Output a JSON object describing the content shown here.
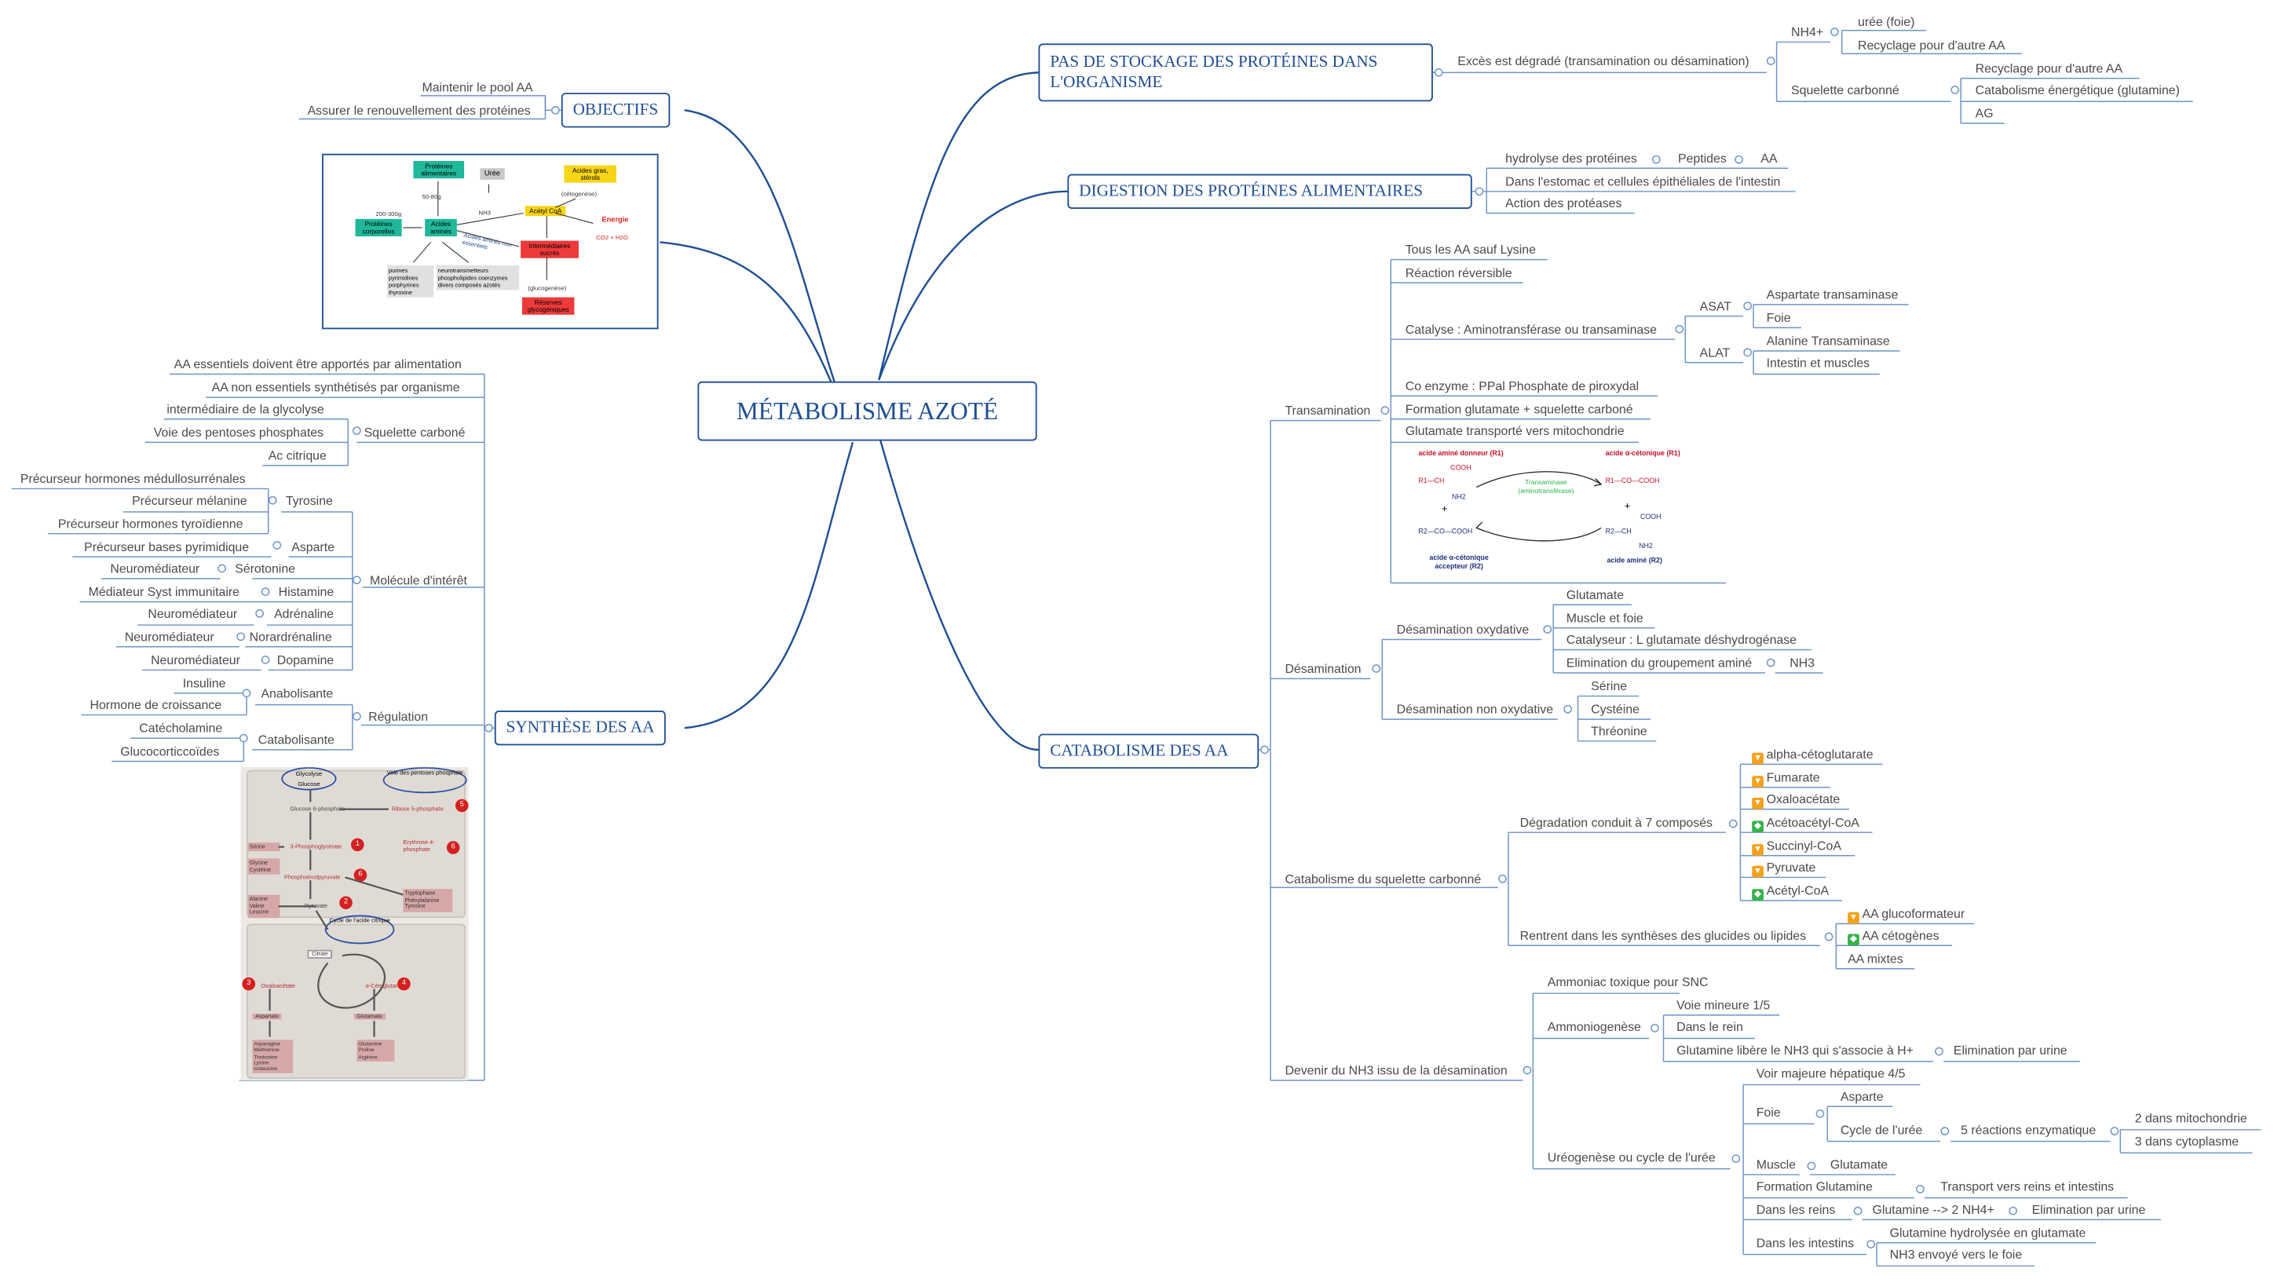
{
  "title": "MÉTABOLISME AZOTÉ",
  "colors": {
    "branch": "#1f4e93",
    "line": "#6f93c4",
    "text": "#4a4a4a",
    "marker_orange": "#f4a21d",
    "marker_green": "#35b24a"
  },
  "objectifs": {
    "label": "OBJECTIFS",
    "items": [
      "Maintenir le pool AA",
      "Assurer le renouvellement des protéines"
    ]
  },
  "img1": {
    "proteines_alim": "Protéines alimentaires",
    "uree": "Urée",
    "acides_gras": "Acides gras, stérols",
    "cetogenese": "(cétogenèse)",
    "qty1": "50-80g",
    "nh3": "NH3",
    "qty2": "200-300g",
    "proteines_corp": "Protéines corporelles",
    "acides_amines": "Acides aminés",
    "aa_non_ess": "Acides aminés non essentiels",
    "acetyl": "Acétyl CoA",
    "energie": "Energie",
    "co2": "CO2 + H2O",
    "intermediaires": "Intermédiaires sucrés",
    "purines": "purines pyrimidines porphyrines thyroxine",
    "neuro": "neurotransmetteurs phospholipides coenzymes divers composés azotés",
    "glucogenese": "(glucogenèse)",
    "reserves": "Réserves glycogéniques"
  },
  "synthese": {
    "label": "SYNTHÈSE DES AA",
    "squelette_label": "Squelette carboné",
    "top_items": [
      "AA essentiels doivent être apportés par alimentation",
      "AA non essentiels synthétisés par organisme"
    ],
    "squelette_items": [
      "intermédiaire de la glycolyse",
      "Voie des pentoses phosphates",
      "Ac citrique"
    ],
    "molecule_label": "Molécule d'intérêt",
    "tyrosine": "Tyrosine",
    "tyr_items": [
      "Précurseur hormones médullosurrénales",
      "Précurseur mélanine",
      "Précurseur hormones tyroïdienne"
    ],
    "asparte": "Asparte",
    "asp_item": "Précurseur bases pyrimidique",
    "pairs": [
      [
        "Neuromédiateur",
        "Sérotonine"
      ],
      [
        "Médiateur Syst immunitaire",
        "Histamine"
      ],
      [
        "Neuromédiateur",
        "Adrénaline"
      ],
      [
        "Neuromédiateur",
        "Norardrénaline"
      ],
      [
        "Neuromédiateur",
        "Dopamine"
      ]
    ],
    "regulation_label": "Régulation",
    "anabolisante": "Anabolisante",
    "ana_items": [
      "Insuline",
      "Hormone de croissance"
    ],
    "catabolisante": "Catabolisante",
    "cata_items": [
      "Catécholamine",
      "Glucocorticcoïdes"
    ]
  },
  "img2": {
    "glycolyse": "Glycolyse",
    "glucose": "Glucose",
    "pentoses": "Voie des pentoses phosphate",
    "g6p": "Glucose 6-phosphate",
    "r5p": "Ribose 5-phosphate",
    "p3pg": "3-Phosphoglycérate",
    "e4p": "Erythrose 4-phosphate",
    "pep": "Phosphoénolpyruvate",
    "pyruvate": "Pyruvate",
    "serine": "Sérine",
    "glycine": "Glycine Cystéine",
    "alanine": "Alanine Valine Leucine",
    "arom": "Tryptophane Phénylalanine Tyrosine",
    "cycle": "Cycle de l'acide citrique",
    "citrate": "Citrate",
    "oaa": "Oxaloacétate",
    "akg": "α-Cétoglutarate",
    "aspartate": "Aspartate",
    "glutamate": "Glutamate",
    "asp_fam": "Asparagine Méthionine Thréonine Lysine Isoleucine",
    "glu_fam": "Glutamine Proline Arginine",
    "nums": [
      "1",
      "2",
      "3",
      "4",
      "5",
      "6",
      "6"
    ]
  },
  "stockage": {
    "label": "PAS DE STOCKAGE DES PROTÉINES DANS L'ORGANISME",
    "exces": "Excès est dégradé (transamination ou désamination)",
    "nh4": "NH4+",
    "nh4_items": [
      "urée (foie)",
      "Recyclage pour d'autre AA"
    ],
    "squelette": "Squelette carbonné",
    "sq_items": [
      "Recyclage pour d'autre AA",
      "Catabolisme énergétique (glutamine)",
      "AG"
    ]
  },
  "digestion": {
    "label": "DIGESTION DES PROTÉINES ALIMENTAIRES",
    "hydrolyse": "hydrolyse des protéines",
    "peptides": "Peptides",
    "aa": "AA",
    "items": [
      "Dans l'estomac et cellules épithéliales de l'intestin",
      "Action des protéases"
    ]
  },
  "catabolisme": {
    "label": "CATABOLISME DES AA",
    "transamination": "Transamination",
    "trans_items_top": [
      "Tous les AA sauf Lysine",
      "Réaction réversible"
    ],
    "catalyse": "Catalyse : Aminotransférase ou transaminase",
    "asat": "ASAT",
    "asat_items": [
      "Aspartate transaminase",
      "Foie"
    ],
    "alat": "ALAT",
    "alat_items": [
      "Alanine Transaminase",
      "Intestin et muscles"
    ],
    "trans_items_bottom": [
      "Co enzyme : PPal Phosphate de piroxydal",
      "Formation glutamate + squelette carboné",
      "Glutamate transporté vers mitochondrie"
    ],
    "reaction": {
      "donneur": "acide aminé donneur (R1)",
      "cetonique1": "acide α-cétonique (R1)",
      "enzyme": "Transaminase (aminotransférase)",
      "accepteur": "acide α-cétonique accepteur (R2)",
      "amine2": "acide aminé (R2)",
      "cooh": "COOH",
      "r1ch": "R1—CH",
      "nh2": "NH2",
      "r1co": "R1—CO—COOH",
      "r2co": "R2—CO—COOH",
      "r2ch": "R2—CH",
      "plus": "+"
    },
    "desamination": "Désamination",
    "oxydative": "Désamination oxydative",
    "ox_items": [
      "Glutamate",
      "Muscle et foie",
      "Catalyseur : L glutamate déshydrogénase"
    ],
    "elimination": "Elimination du groupement aminé",
    "nh3": "NH3",
    "non_oxydative": "Désamination non oxydative",
    "non_ox_items": [
      "Sérine",
      "Cystéine",
      "Thréonine"
    ],
    "squelette": "Catabolisme du squelette carbonné",
    "degradation": "Dégradation conduit à 7 composés",
    "composes": [
      {
        "name": "alpha-cétoglutarate",
        "marker": "orange"
      },
      {
        "name": "Fumarate",
        "marker": "orange"
      },
      {
        "name": "Oxaloacétate",
        "marker": "orange"
      },
      {
        "name": "Acétoacétyl-CoA",
        "marker": "green"
      },
      {
        "name": "Succinyl-CoA",
        "marker": "orange"
      },
      {
        "name": "Pyruvate",
        "marker": "orange"
      },
      {
        "name": "Acétyl-CoA",
        "marker": "green"
      }
    ],
    "rentrent": "Rentrent dans les synthèses des glucides ou lipides",
    "aa_types": [
      {
        "name": "AA glucoformateur",
        "marker": "orange"
      },
      {
        "name": "AA cétogènes",
        "marker": "green"
      },
      {
        "name": "AA mixtes",
        "marker": ""
      }
    ],
    "devenir": "Devenir du NH3 issu de la désamination",
    "ammoniac": "Ammoniac toxique pour SNC",
    "ammoniogenese": "Ammoniogenèse",
    "ammonio_items": [
      "Voie mineure 1/5",
      "Dans le rein",
      "Glutamine libère le NH3 qui s'associe à H+"
    ],
    "elim_urine": "Elimination par urine",
    "ureogenese": "Uréogenèse ou cycle de l'urée",
    "voie_majeure": "Voir majeure hépatique 4/5",
    "foie": "Foie",
    "asparte": "Asparte",
    "cycle_uree": "Cycle de l'urée",
    "reactions": "5 réactions enzymatique",
    "mito": "2 dans mitochondrie",
    "cyto": "3 dans cytoplasme",
    "muscle": "Muscle",
    "glutamate": "Glutamate",
    "formation_glutamine": "Formation Glutamine",
    "transport": "Transport vers reins et intestins",
    "dans_reins": "Dans les reins",
    "glutamine_nh4": "Glutamine --> 2 NH4+",
    "elim_urine2": "Elimination par urine",
    "dans_intestins": "Dans les intestins",
    "intestin_items": [
      "Glutamine hydrolysée en glutamate",
      "NH3 envoyé vers le foie"
    ]
  }
}
